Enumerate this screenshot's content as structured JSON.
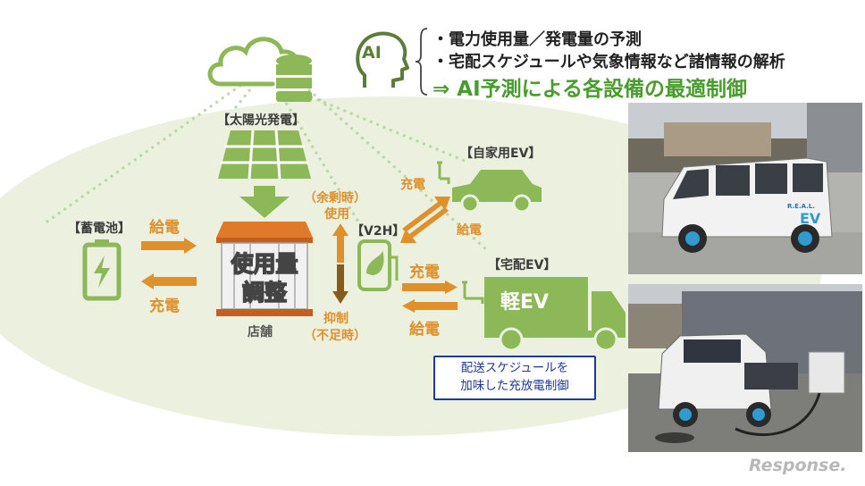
{
  "ai": {
    "badge": "AI",
    "bullets": [
      "・電力使用量／発電量の予測",
      "・宅配スケジュールや気象情報など諸情報の解析"
    ],
    "conclusion": "⇒ AI予測による各設備の最適制御"
  },
  "solar": {
    "label": "【太陽光発電】"
  },
  "battery": {
    "label": "【蓄電池】",
    "supply": "給電",
    "charge": "充電"
  },
  "store": {
    "line1": "使用量",
    "line2": "調整",
    "label": "店舗"
  },
  "v2h": {
    "label": "【V2H】",
    "surplus_line1": "（余剰時）",
    "surplus_line2": "使用",
    "shortage_line1": "抑制",
    "shortage_line2": "（不足時）"
  },
  "private_ev": {
    "label": "【自家用EV】",
    "charge": "充電",
    "supply": "給電"
  },
  "delivery_ev": {
    "label": "【宅配EV】",
    "truck_text": "軽EV",
    "charge": "充電",
    "supply": "給電"
  },
  "note": {
    "line1": "配送スケジュールを",
    "line2": "加味した充放電制御"
  },
  "photo1": {
    "brand_text": "R.E.A.L.",
    "ev_text": "EV"
  },
  "watermark": "Response.",
  "colors": {
    "green": "#8db858",
    "dark_green": "#5b7d37",
    "orange": "#e0902a",
    "ellipse": "#ecf0de",
    "accent_green": "#4a9c2f",
    "note_blue": "#1f3a93"
  }
}
